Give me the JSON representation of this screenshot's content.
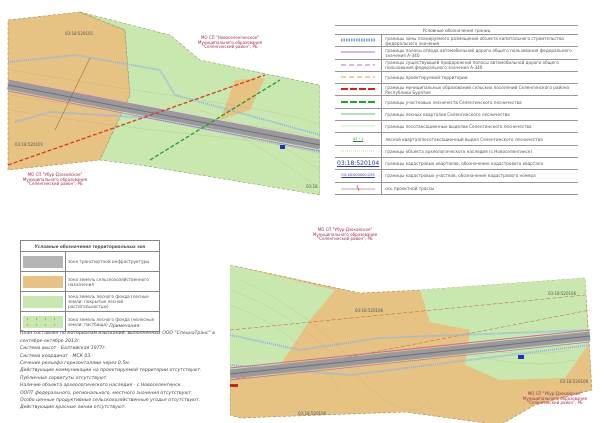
{
  "legend": {
    "title": "Условные обозначения границ",
    "rows": [
      {
        "symbol": "blue-dotted-line",
        "text": "границы зоны планируемого размещения объекта капитального строительства федерального значения"
      },
      {
        "symbol": "purple-line",
        "text": "границы полосы отвода автомобильной дороги общего пользования федерального значения А-340"
      },
      {
        "symbol": "purple-dashed-line",
        "text": "границы существующей придорожной полосы автомобильной дороги общего пользования федерального значения А-340"
      },
      {
        "symbol": "orange-dashed-line",
        "text": "границы проектируемой территории"
      },
      {
        "symbol": "red-dashed-line",
        "text": "границы муниципальных образований сельских поселений Селенгинского района Республики Бурятия"
      },
      {
        "symbol": "green-dashed-line",
        "text": "границы участковых лесничеств Селенгинского лесничества"
      },
      {
        "symbol": "green-line",
        "text": "границы лесных кварталов Селенгинского лесничества"
      },
      {
        "symbol": "light-green-line",
        "text": "границы лесотаксационных выделов Селенгинского лесничества"
      },
      {
        "symbol": "forest-fraction",
        "symbol_text": "47 / 1",
        "text": "лесной квартал/лесотаксационный выдел Селенгинского лесничества"
      },
      {
        "symbol": "yellow-dotted-line",
        "text": "границы объекта археологического наследия (с.Новоселенгинск)"
      },
      {
        "symbol": "cadastral-quarter",
        "symbol_text": "03:18:520104",
        "text": "границы кадастровых кварталов, обозначение кадастрового квартала"
      },
      {
        "symbol": "cadastral-parcel",
        "symbol_text": "03:18:000000:255",
        "text": "границы кадастровых участков, обозначение кадастрового номера"
      },
      {
        "symbol": "route-axis",
        "text": "ось проектной трассы"
      }
    ]
  },
  "zones": {
    "title": "Условные обозначения территориальных зон",
    "rows": [
      {
        "color": "#b4b4b4",
        "text": "зона транспортной инфраструктуры"
      },
      {
        "color": "#e6c283",
        "text": "зона земель сельскохозяйственного назначения"
      },
      {
        "color": "#c9e8b0",
        "text": "зона земель лесного фонда (лесные земли: покрытые лесной растительностью)"
      },
      {
        "color": "#c9e8b0",
        "dotted": true,
        "text": "зона земель лесного фонда (нелесные земли: пастбища)"
      }
    ]
  },
  "notes": {
    "title": "Примечания:",
    "lines": [
      "План составлен по материалам изысканий, выполненных ООО \"СпецнаТранс\" в сентябре-октябре 2013г.",
      "Система высот - Балтийская 1977г.",
      "Система координат - МСК 03.",
      "Сечение рельефа горизонталями через 0,5м.",
      "Действующие коммуникации на проектируемой территории отсутствуют.",
      "Публичные сервитуты отсутствуют.",
      "Наличие объекта археологического наследия - с.Новоселенгинск.",
      "ООПТ федерального, регионального, местного значения отсутствуют.",
      "Особо ценные продуктивные сельскохозяйственные угодья отсутствуют.",
      "Действующие красные линии отсутствуют."
    ]
  },
  "map_top": {
    "labels": {
      "mo_north": "МО СП \"Новоселенгинское\" Муниципального образования \"Селенгинский район\", РБ",
      "mo_south": "МО СП \"Убур-Дзокойское\" Муниципального образования \"Селенгинский район\", РБ",
      "cad1": "03:18:520101",
      "cad2": "03:18:520101",
      "cad3": "03:18"
    }
  },
  "map_bottom": {
    "labels": {
      "mo_north": "МО СП \"Убур-Дзокойское\" Муниципального образования \"Селенгинский район\", РБ",
      "mo_south": "МО СП \"Убур-Дзокойское\" Муниципального образования \"Селенгинский район\", РБ",
      "cad1": "03:18:520106",
      "cad2": "03:18:520106",
      "cad3": "03:18:520106",
      "cad4": "03:18:520106"
    }
  },
  "colors": {
    "agri": "#e6c283",
    "forest": "#c9e8b0",
    "road": "#a0a0a0",
    "zone": "#8fb4e6"
  }
}
